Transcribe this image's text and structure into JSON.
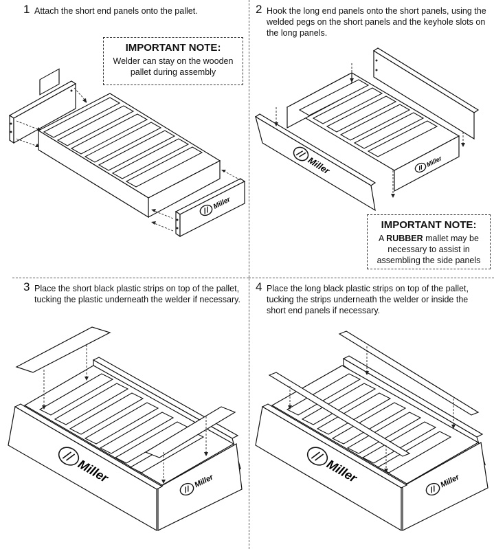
{
  "steps": [
    {
      "number": "1",
      "text": "Attach the short end panels onto the pallet."
    },
    {
      "number": "2",
      "text": "Hook the long end panels onto the short panels, using the welded pegs on the short panels and the keyhole slots on the long panels."
    },
    {
      "number": "3",
      "text": "Place the short black plastic strips on top of the pallet, tucking the plastic underneath the welder if necessary."
    },
    {
      "number": "4",
      "text": "Place the long black plastic strips on top of the pallet, tucking the strips underneath the welder or inside the short end panels if necessary."
    }
  ],
  "notes": {
    "note1": {
      "heading": "IMPORTANT NOTE:",
      "text": "Welder can stay on the wooden pallet during assembly"
    },
    "note2": {
      "heading": "IMPORTANT NOTE:",
      "pre": "A ",
      "bold": "RUBBER",
      "post": " mallet may be necessary to assist in assembling the side panels"
    }
  },
  "logo": {
    "text": "Miller",
    "icon": "miller-logo-icon"
  }
}
